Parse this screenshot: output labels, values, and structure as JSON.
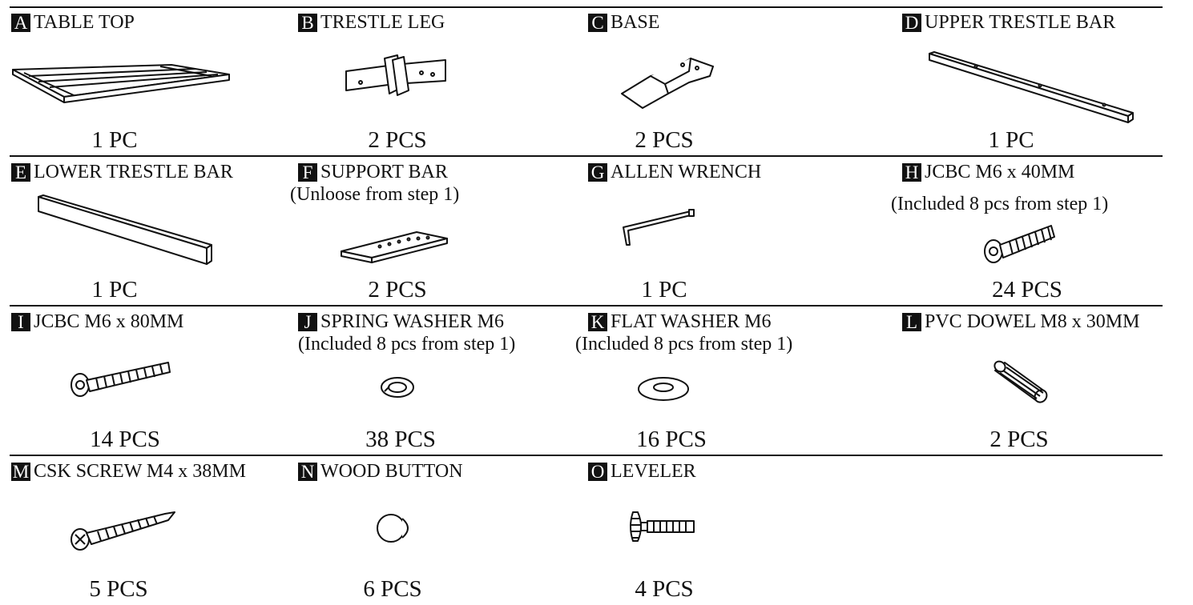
{
  "parts": [
    {
      "letter": "A",
      "name": "TABLE TOP",
      "qty": "1 PC",
      "icon": "table-top-icon"
    },
    {
      "letter": "B",
      "name": "TRESTLE LEG",
      "qty": "2 PCS",
      "icon": "trestle-leg-icon"
    },
    {
      "letter": "C",
      "name": "BASE",
      "qty": "2 PCS",
      "icon": "base-icon"
    },
    {
      "letter": "D",
      "name": "UPPER TRESTLE BAR",
      "qty": "1 PC",
      "icon": "upper-trestle-bar-icon"
    },
    {
      "letter": "E",
      "name": "LOWER TRESTLE BAR",
      "qty": "1 PC",
      "icon": "lower-trestle-bar-icon"
    },
    {
      "letter": "F",
      "name": "SUPPORT BAR",
      "note": "(Unloose from step 1)",
      "qty": "2 PCS",
      "icon": "support-bar-icon"
    },
    {
      "letter": "G",
      "name": "ALLEN WRENCH",
      "qty": "1 PC",
      "icon": "allen-wrench-icon"
    },
    {
      "letter": "H",
      "name": "JCBC M6 x 40MM",
      "note": "(Included 8 pcs from step 1)",
      "qty": "24 PCS",
      "icon": "bolt-40mm-icon"
    },
    {
      "letter": "I",
      "name": "JCBC M6 x 80MM",
      "qty": "14 PCS",
      "icon": "bolt-80mm-icon"
    },
    {
      "letter": "J",
      "name": "SPRING WASHER M6",
      "note": "(Included 8 pcs from step 1)",
      "qty": "38 PCS",
      "icon": "spring-washer-icon"
    },
    {
      "letter": "K",
      "name": "FLAT WASHER M6",
      "note": "(Included 8 pcs from step 1)",
      "qty": "16 PCS",
      "icon": "flat-washer-icon"
    },
    {
      "letter": "L",
      "name": "PVC DOWEL M8 x 30MM",
      "qty": "2 PCS",
      "icon": "pvc-dowel-icon"
    },
    {
      "letter": "M",
      "name": "CSK SCREW M4 x 38MM",
      "qty": "5 PCS",
      "icon": "csk-screw-icon"
    },
    {
      "letter": "N",
      "name": "WOOD BUTTON",
      "qty": "6 PCS",
      "icon": "wood-button-icon"
    },
    {
      "letter": "O",
      "name": "LEVELER",
      "qty": "4 PCS",
      "icon": "leveler-icon"
    }
  ]
}
